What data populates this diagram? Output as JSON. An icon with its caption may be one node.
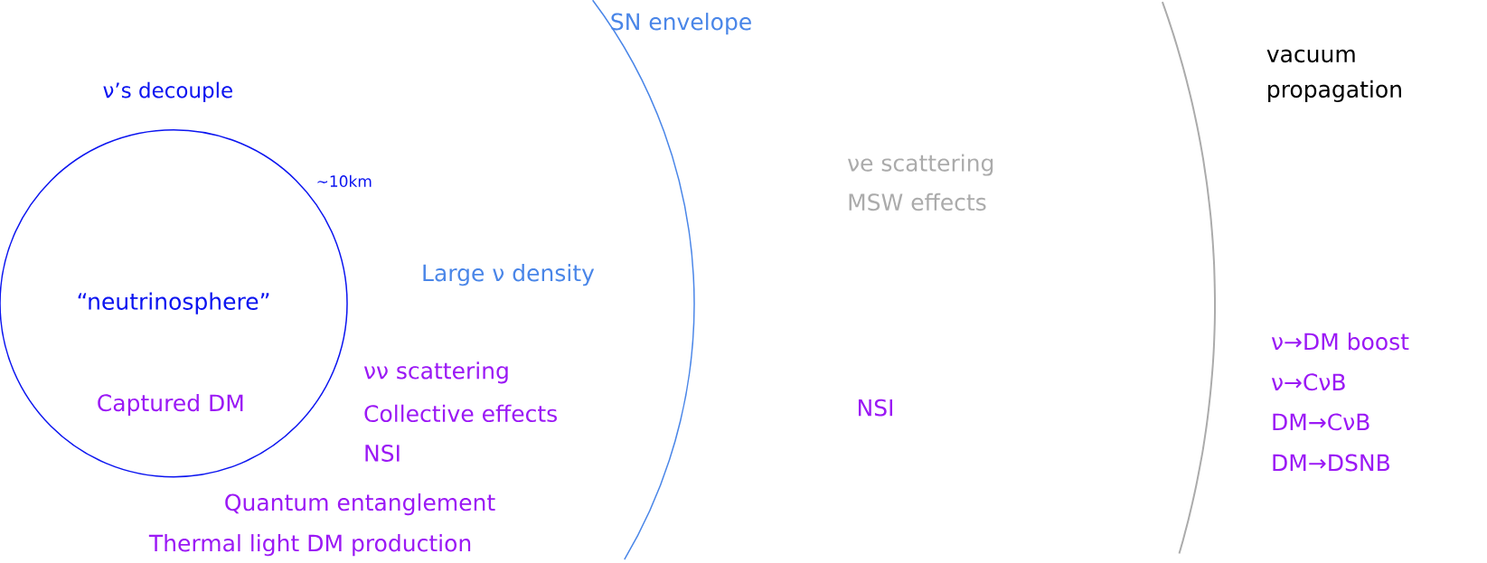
{
  "diagram": {
    "nodes": [
      {
        "text": [
          "“neutrinosphere”",
          "Captured DM"
        ]
      }
    ],
    "labels": [
      "SN envelope",
      "vacuum propagation",
      "ν’s decouple",
      "~10km",
      "νe scattering",
      "MSW effects",
      "Large ν density",
      "νν scattering",
      "Collective effects",
      "NSI",
      "NSI",
      "ν→DM boost",
      "ν→CνB",
      "DM→CνB",
      "DM→DSNB",
      "Quantum entanglement",
      "Thermal light DM production"
    ]
  }
}
